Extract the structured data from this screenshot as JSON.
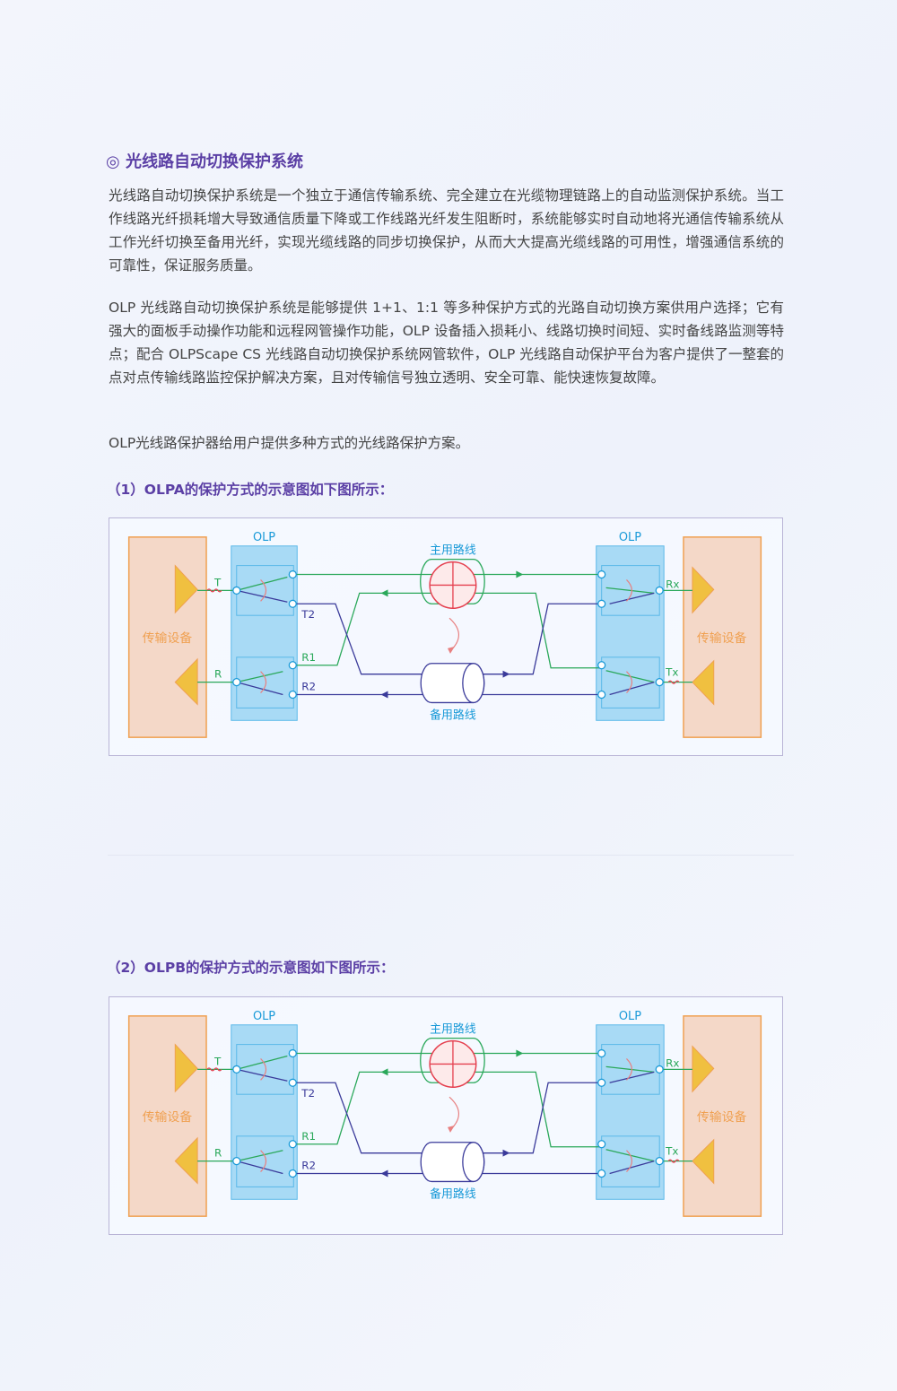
{
  "section": {
    "icon": "◎",
    "title": "光线路自动切换保护系统"
  },
  "paragraphs": [
    "光线路自动切换保护系统是一个独立于通信传输系统、完全建立在光缆物理链路上的自动监测保护系统。当工作线路光纤损耗增大导致通信质量下降或工作线路光纤发生阻断时，系统能够实时自动地将光通信传输系统从工作光纤切换至备用光纤，实现光缆线路的同步切换保护，从而大大提高光缆线路的可用性，增强通信系统的可靠性，保证服务质量。",
    "OLP 光线路自动切换保护系统是能够提供 1+1、1:1 等多种保护方式的光路自动切换方案供用户选择；它有强大的面板手动操作功能和远程网管操作功能，OLP 设备插入损耗小、线路切换时间短、实时备线路监测等特点；配合 OLPScape CS 光线路自动切换保护系统网管软件，OLP 光线路自动保护平台为客户提供了一整套的点对点传输线路监控保护解决方案，且对传输信号独立透明、安全可靠、能快速恢复故障。",
    "OLP光线路保护器给用户提供多种方式的光线路保护方案。"
  ],
  "diagrams": [
    {
      "caption": "（1）OLPA的保护方式的示意图如下图所示："
    },
    {
      "caption": "（2）OLPB的保护方式的示意图如下图所示："
    }
  ],
  "diagram_labels": {
    "device": "传输设备",
    "olp": "OLP",
    "main_line": "主用路线",
    "backup_line": "备用路线",
    "t": "T",
    "r": "R",
    "t2": "T2",
    "r1": "R1",
    "r2": "R2",
    "rx": "Rx",
    "tx": "Tx"
  },
  "colors": {
    "title": "#5b3fa5",
    "green": "#2aa85a",
    "blue": "#3a3a9a",
    "olp": "#a8daf5",
    "device": "#f4d8c8",
    "red": "#e5404f",
    "cyan": "#1a9ad8",
    "orange": "#f0a050"
  }
}
